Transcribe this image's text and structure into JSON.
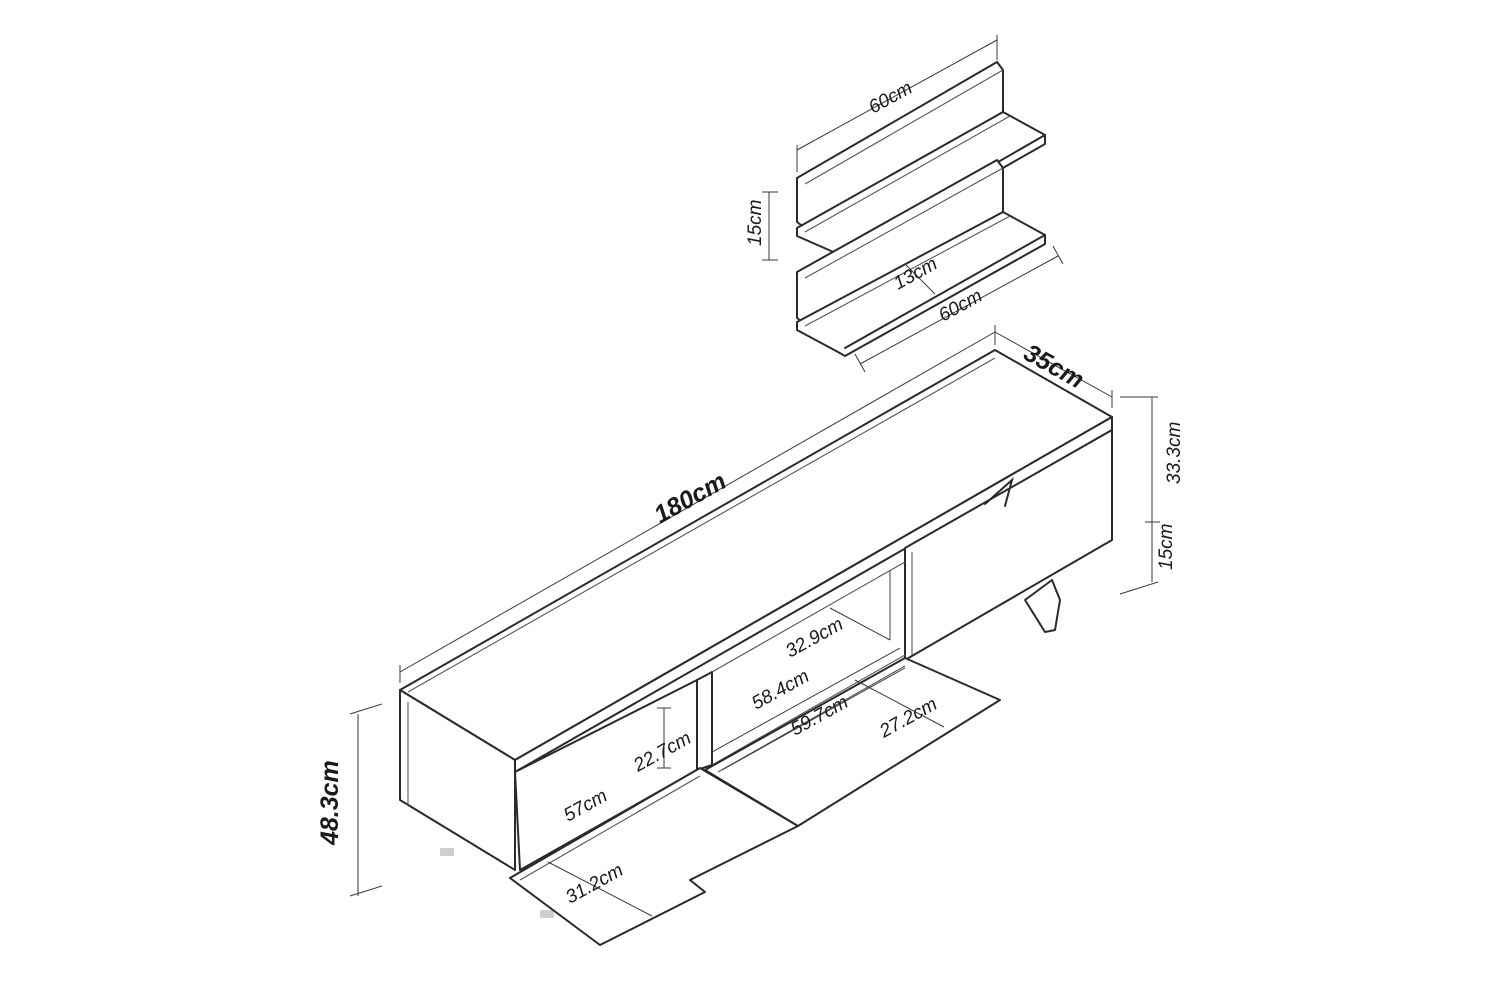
{
  "diagram": {
    "type": "furniture-dimension-drawing",
    "components": [
      "tv-stand",
      "wall-shelf-upper",
      "wall-shelf-lower"
    ],
    "labels": {
      "shelf_width_top": "60cm",
      "shelf_width_bottom": "60cm",
      "shelf_spacing": "15cm",
      "shelf_depth": "13cm",
      "stand_length": "180cm",
      "stand_depth": "35cm",
      "stand_body_height": "33.3cm",
      "leg_height": "15cm",
      "total_height": "48.3cm",
      "compartment_depth": "32.9cm",
      "middle_width": "58.4cm",
      "door_width": "59.7cm",
      "door_height": "27.2cm",
      "left_opening_height": "22.7cm",
      "left_opening_width": "57cm",
      "left_door_height": "31.2cm"
    }
  }
}
